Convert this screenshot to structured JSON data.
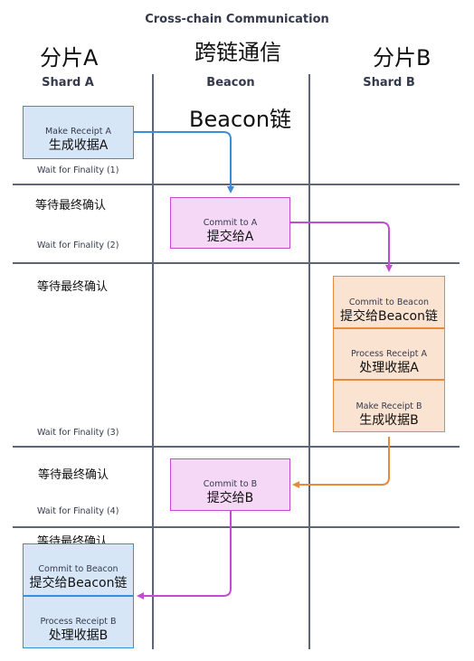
{
  "title": "Cross-chain Communication",
  "cn_labels": {
    "shard_a": "分片A",
    "cross_chain": "跨链通信",
    "shard_b": "分片B",
    "beacon_chain": "Beacon链"
  },
  "columns": {
    "shard_a": "Shard A",
    "beacon": "Beacon",
    "shard_b": "Shard B"
  },
  "waits": [
    {
      "en": "Wait for Finality (1)",
      "cn": ""
    },
    {
      "en": "Wait for Finality (2)",
      "cn": "等待最终确认"
    },
    {
      "en": "Wait for Finality (3)",
      "cn": "等待最终确认"
    },
    {
      "en": "Wait for Finality (4)",
      "cn": "等待最终确认"
    },
    {
      "en": "",
      "cn": "等待最终确认"
    }
  ],
  "boxes": [
    {
      "en": "Make Receipt A",
      "cn": "生成收据A",
      "color": "#3d8dd6"
    },
    {
      "en": "Commit to A",
      "cn": "提交给A",
      "color": "#c34bce"
    },
    {
      "en": "Commit to Beacon",
      "cn": "提交给Beacon链",
      "color": "#e88a3b"
    },
    {
      "en": "Process Receipt A",
      "cn": "处理收据A",
      "color": "#e88a3b"
    },
    {
      "en": "Make Receipt B",
      "cn": "生成收据B",
      "color": "#e88a3b"
    },
    {
      "en": "Commit to B",
      "cn": "提交给B",
      "color": "#c34bce"
    },
    {
      "en": "Commit to Beacon",
      "cn": "提交给Beacon链",
      "color": "#3d8dd6"
    },
    {
      "en": "Process Receipt B",
      "cn": "处理收据B",
      "color": "#3d8dd6"
    }
  ],
  "arrow_colors": {
    "blue": "#3d8dd6",
    "purple": "#c34bce",
    "orange": "#e88a3b"
  }
}
